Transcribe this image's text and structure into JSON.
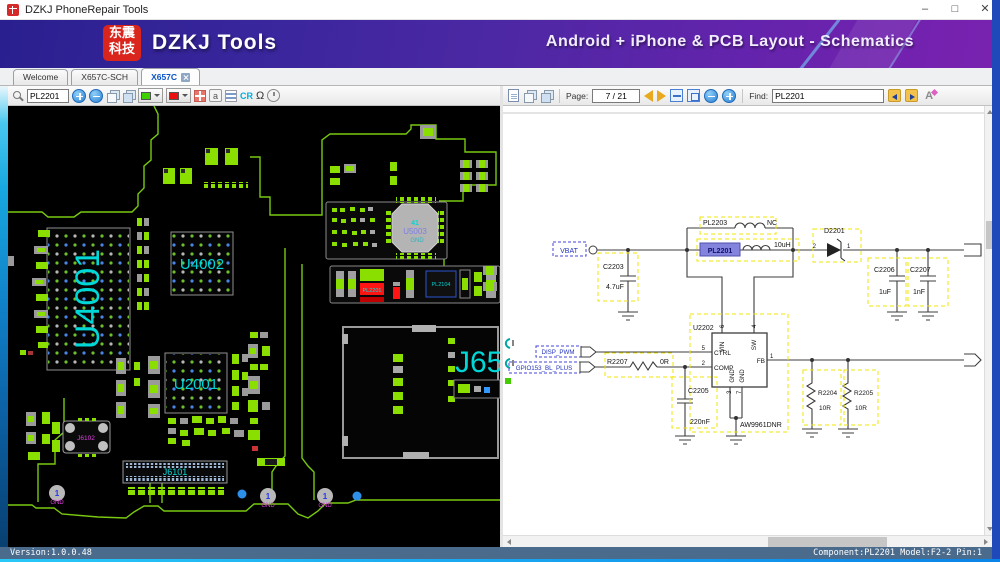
{
  "window": {
    "title": "DZKJ PhoneRepair Tools",
    "minimize": "–",
    "maximize": "□",
    "close": "✕"
  },
  "header": {
    "logo_top": "东震",
    "logo_bottom": "科技",
    "brand": "DZKJ Tools",
    "slogan": "Android + iPhone & PCB Layout - Schematics"
  },
  "tabs": {
    "welcome": "Welcome",
    "sch": "X657C-SCH",
    "pcb": "X657C"
  },
  "pcb_toolbar": {
    "search_value": "PL2201",
    "a_icon": "a",
    "cr_icon": "CR",
    "ohm_icon": "Ω"
  },
  "sch_toolbar": {
    "page_label": "Page:",
    "page_value": "7 / 21",
    "find_label": "Find:",
    "find_value": "PL2201",
    "font_icon": "A"
  },
  "pcb": {
    "u4001": "U4001",
    "u4002": "U4002",
    "u2001": "U2001",
    "u5003": "U5003",
    "u5003_pin": "41",
    "u5003_gnd": "GND",
    "pl2201": "PL2201",
    "pl2104": "PL2104",
    "j65": "J65",
    "j6101": "J6101",
    "j6102": "J6102",
    "gnd_pad_num": "1",
    "gnd_pad_label": "GND"
  },
  "schematic": {
    "net_labels": {
      "vbat": "VBAT",
      "disp_pwm": "DISP_PWM",
      "gpio": "GPIO153_BL_PLUS"
    },
    "components": {
      "c2203": {
        "ref": "C2203",
        "value": "4.7uF"
      },
      "pl2203": {
        "ref": "PL2203",
        "value": "NC"
      },
      "pl2201": {
        "ref": "PL2201",
        "value": "10uH"
      },
      "d2201": {
        "ref": "D2201",
        "pin_left": "2",
        "pin_right": "1"
      },
      "c2206": {
        "ref": "C2206",
        "value": "1uF"
      },
      "c2207": {
        "ref": "C2207",
        "value": "1nF"
      },
      "u2202": {
        "ref": "U2202",
        "part": "AW9961DNR",
        "pin_vin": "VIN",
        "pin_sw": "SW",
        "pin_ctrl": "CTRL",
        "pin_comp": "COMP",
        "pin_fb": "FB",
        "pin_gnd": "GND",
        "num_vin": "6",
        "num_sw": "4",
        "num_ctrl": "5",
        "num_comp": "2",
        "num_fb": "1",
        "num_gnd1": "3",
        "num_gnd2": "7"
      },
      "r2207": {
        "ref": "R2207",
        "value": "0R"
      },
      "c2205": {
        "ref": "C2205",
        "value": "220nF"
      },
      "r2204": {
        "ref": "R2204",
        "value": "10R"
      },
      "r2205": {
        "ref": "R2205",
        "value": "10R"
      }
    }
  },
  "status": {
    "version": "Version:1.0.0.48",
    "component_info": "Component:PL2201 Model:F2-2 Pin:1"
  },
  "colors": {
    "pcb_pad_green": "#8ade00",
    "pcb_trace_green": "#79c910",
    "pcb_silk_cyan": "#00d8d8",
    "selected_red": "#ff1414",
    "selected_blue": "#8484dc",
    "highlight_yellow": "#f0e400",
    "net_label_blue": "#2233bb",
    "header_purple": "#5b2aa8",
    "status_blue": "#4a6b8c"
  }
}
